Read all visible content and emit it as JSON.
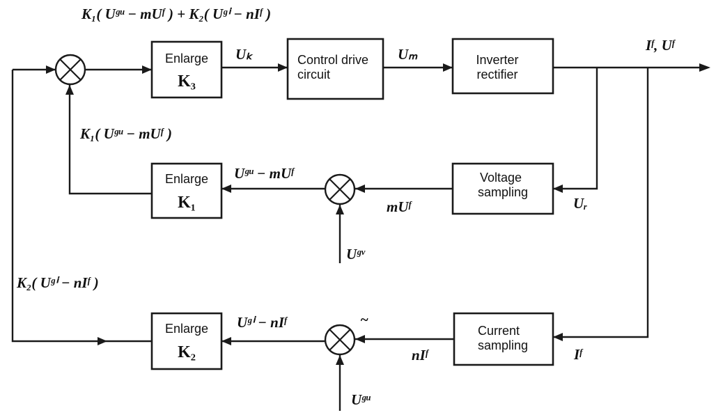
{
  "top_formula": "K₁( Uᵍᵘ − mUᶠ ) + K₂( Uᵍⁱ − nIᶠ )",
  "blocks": {
    "enlarge_k3": {
      "line1": "Enlarge",
      "line2": "K₃"
    },
    "control_drive": {
      "line1": "Control drive",
      "line2": "circuit"
    },
    "inverter": {
      "line1": "Inverter",
      "line2": "rectifier"
    },
    "enlarge_k1": {
      "line1": "Enlarge",
      "line2": "K₁"
    },
    "voltage_sampling": {
      "line1": "Voltage",
      "line2": "sampling"
    },
    "enlarge_k2": {
      "line1": "Enlarge",
      "line2": "K₂"
    },
    "current_sampling": {
      "line1": "Current",
      "line2": "sampling"
    }
  },
  "signals": {
    "uk": "Uₖ",
    "um": "Uₘ",
    "output": "Iᶠ, Uᶠ",
    "feedback_k1": "K₁( Uᵍᵘ − mUᶠ )",
    "err_voltage": "Uᵍᵘ − mUᶠ",
    "mu_f": "mUᶠ",
    "ur": "Uᵣ",
    "ugv_ref": "Uᵍᵛ",
    "feedback_k2": "K₂( Uᵍⁱ − nIᶠ )",
    "err_current": "Uᵍⁱ − nIᶠ",
    "ni_f": "nIᶠ",
    "if": "Iᶠ",
    "ugu_ref": "Uᵍᵘ",
    "tilde": "~"
  },
  "colors": {
    "ink": "#1a1a1a",
    "background": "#ffffff"
  }
}
